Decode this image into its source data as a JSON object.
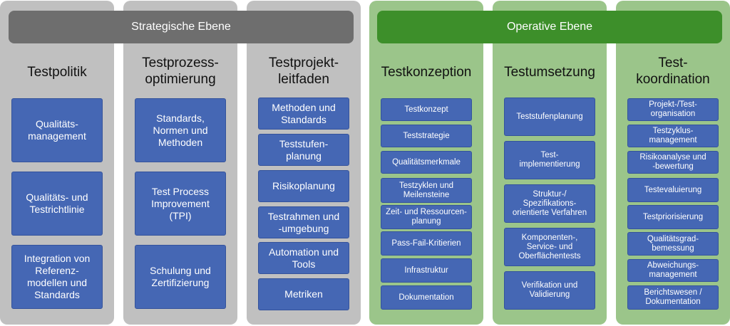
{
  "banners": {
    "strategic": "Strategische Ebene",
    "operative": "Operative Ebene"
  },
  "columns": [
    {
      "title": "Testpolitik",
      "items": [
        "Qualitäts-\nmanagement",
        "Qualitäts- und\nTestrichtlinie",
        "Integration von\nReferenz-\nmodellen und\nStandards"
      ]
    },
    {
      "title": "Testprozess-\noptimierung",
      "items": [
        "Standards,\nNormen und\nMethoden",
        "Test Process\nImprovement\n(TPI)",
        "Schulung und\nZertifizierung"
      ]
    },
    {
      "title": "Testprojekt-\nleitfaden",
      "items": [
        "Methoden und\nStandards",
        "Teststufen-\nplanung",
        "Risikoplanung",
        "Testrahmen und\n-umgebung",
        "Automation und\nTools",
        "Metriken"
      ]
    },
    {
      "title": "Testkonzeption",
      "items": [
        "Testkonzept",
        "Teststrategie",
        "Qualitätsmerkmale",
        "Testzyklen und\nMeilensteine",
        "Zeit- und Ressourcen-\nplanung",
        "Pass-Fail-Kritierien",
        "Infrastruktur",
        "Dokumentation"
      ]
    },
    {
      "title": "Testumsetzung",
      "items": [
        "Teststufenplanung",
        "Test-\nimplementierung",
        "Struktur-/\nSpezifikations-\norientierte Verfahren",
        "Komponenten-,\nService- und\nOberflächentests",
        "Verifikation und\nValidierung"
      ]
    },
    {
      "title": "Test-\nkoordination",
      "items": [
        "Projekt-/Test-\norganisation",
        "Testzyklus-\nmanagement",
        "Risikoanalyse und\n-bewertung",
        "Testevaluierung",
        "Testpriorisierung",
        "Qualitätsgrad-\nbemessung",
        "Abweichungs-\nmanagement",
        "Berichtswesen /\nDokumentation"
      ]
    }
  ],
  "colors": {
    "strategic_column": "#c0c0c0",
    "strategic_banner": "#6e6e6e",
    "operative_column": "#9bc58a",
    "operative_banner": "#3d8f2a",
    "box_fill": "#4567b4"
  }
}
